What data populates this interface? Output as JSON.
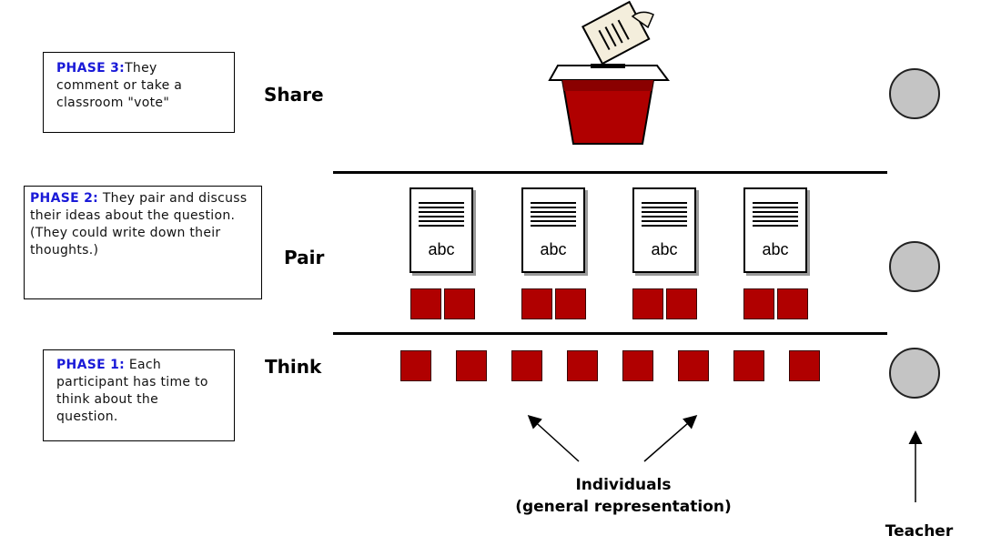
{
  "phases": [
    {
      "id": "phase3",
      "heading": "PHASE 3:",
      "text": "They comment or take a classroom \"vote\""
    },
    {
      "id": "phase2",
      "heading": "PHASE 2:",
      "text": " They pair and discuss their ideas about the question. (They could write down their thoughts.)"
    },
    {
      "id": "phase1",
      "heading": "PHASE 1:",
      "text": "  Each participant has time to think about the question."
    }
  ],
  "stages": {
    "share": "Share",
    "pair": "Pair",
    "think": "Think"
  },
  "paper_text": "abc",
  "captions": {
    "individuals_line1": "Individuals",
    "individuals_line2": "(general representation)",
    "teacher": "Teacher"
  },
  "colors": {
    "phase_heading": "#1a1ad8",
    "individual": "#b00000",
    "teacher": "#c4c4c4"
  },
  "icons": {
    "ballot": "ballot-box-icon",
    "paper": "document-icon",
    "individual": "square-icon",
    "teacher": "circle-icon"
  }
}
